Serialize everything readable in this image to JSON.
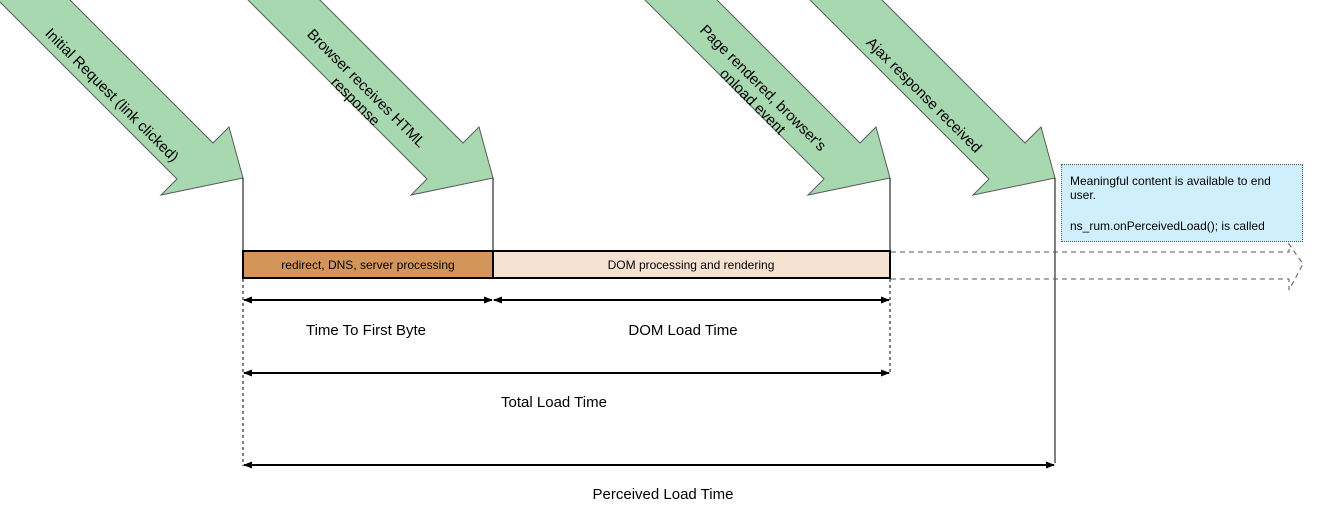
{
  "colors": {
    "event_arrow_fill": "#a8d8b0",
    "event_arrow_stroke": "#5a5a5a",
    "server_phase_fill": "#d4955a",
    "dom_phase_fill": "#f5e2d0",
    "note_fill": "#cfeffc"
  },
  "events": [
    {
      "label_lines": [
        "Initial Request (link clicked)"
      ]
    },
    {
      "label_lines": [
        "Browser receives HTML",
        "response"
      ]
    },
    {
      "label_lines": [
        "Page rendered, browser's",
        "onload event"
      ]
    },
    {
      "label_lines": [
        "Ajax response received"
      ]
    }
  ],
  "phases": {
    "server": "redirect, DNS, server processing",
    "dom": "DOM processing and rendering"
  },
  "spans": {
    "ttfb": "Time To First Byte",
    "dom_load": "DOM Load Time",
    "total_load": "Total Load Time",
    "perceived_load": "Perceived Load Time"
  },
  "note": {
    "line1": "Meaningful content is available to end user.",
    "line2": "ns_rum.onPerceivedLoad(); is called"
  }
}
